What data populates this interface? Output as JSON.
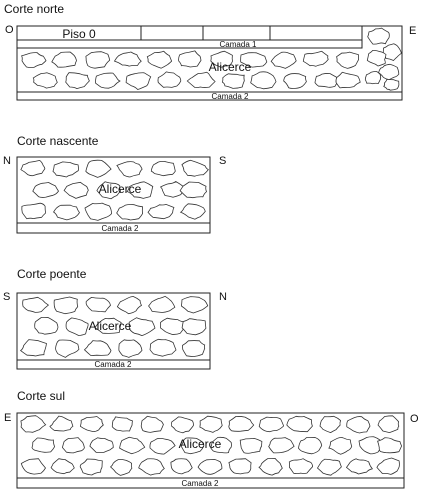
{
  "sections": [
    {
      "id": "norte",
      "title": "Corte norte",
      "left": "O",
      "right": "E",
      "foundation": "Alicerce",
      "layer2": "Camada 2",
      "layer1": "Camada 1",
      "floor": "Piso 0"
    },
    {
      "id": "nascente",
      "title": "Corte nascente",
      "left": "N",
      "right": "S",
      "foundation": "Alicerce",
      "layer2": "Camada 2"
    },
    {
      "id": "poente",
      "title": "Corte poente",
      "left": "S",
      "right": "N",
      "foundation": "Alicerce",
      "layer2": "Camada 2"
    },
    {
      "id": "sul",
      "title": "Corte sul",
      "left": "E",
      "right": "O",
      "foundation": "Alicerce",
      "layer2": "Camada 2"
    }
  ]
}
